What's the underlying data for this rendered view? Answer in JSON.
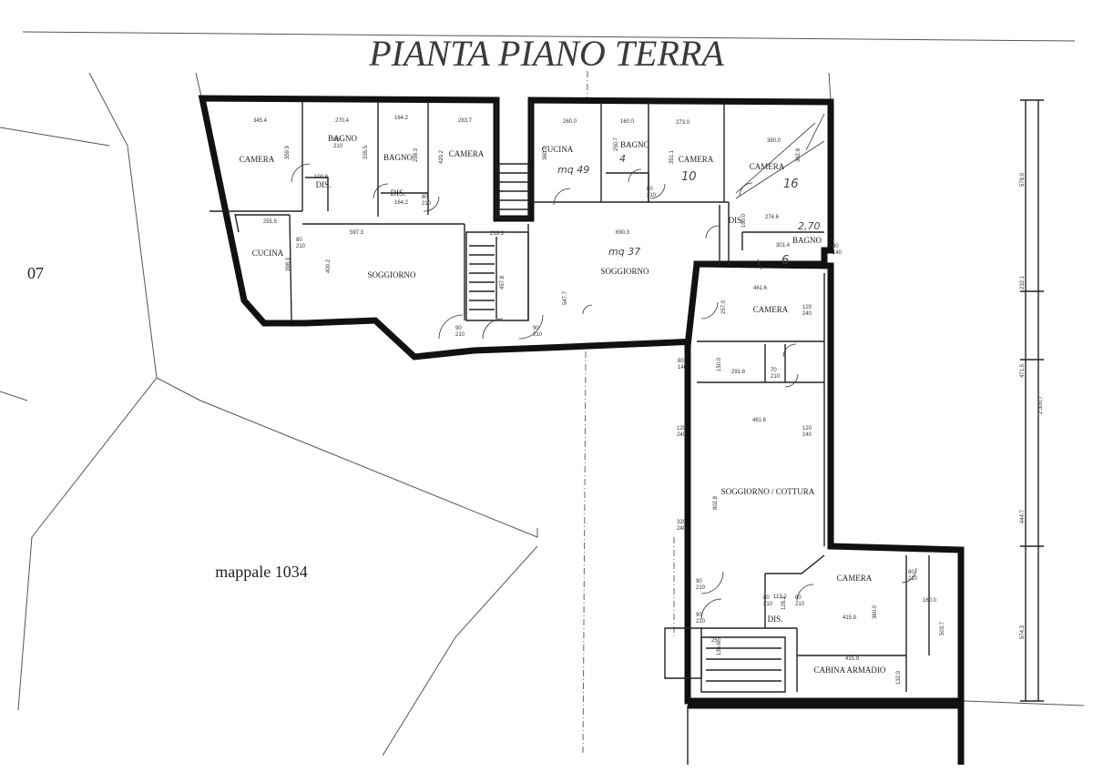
{
  "title": "PIANTA PIANO TERRA",
  "parcel_label": "mappale 1034",
  "edge_label": "07",
  "rooms": {
    "camera_1": "CAMERA",
    "bagno_1": "BAGNO",
    "bagno_2": "BAGNO",
    "camera_2": "CAMERA",
    "cucina_1": "CUCINA",
    "bagno_3": "BAGNO",
    "camera_3": "CAMERA",
    "camera_4": "CAMERA",
    "dis_1": "DIS.",
    "dis_2": "DIS.",
    "dis_3": "DIS.",
    "cucina_2": "CUCINA",
    "soggiorno_1": "SOGGIORNO",
    "soggiorno_2": "SOGGIORNO",
    "bagno_4": "BAGNO",
    "camera_5": "CAMERA",
    "soggiorno_cottura": "SOGGIORNO / COTTURA",
    "camera_6": "CAMERA",
    "dis_4": "DIS.",
    "cabina_armadio": "CABINA ARMADIO"
  },
  "dimensions": {
    "d_345_4": "345.4",
    "d_270_4": "270.4",
    "d_164_2a": "164.2",
    "d_283_7": "283.7",
    "d_260_0": "260.0",
    "d_160_0a": "160.0",
    "d_273_0": "273.0",
    "d_380_0": "380.0",
    "d_359_9": "359.9",
    "d_335_5": "335.5",
    "d_298_3": "298.3",
    "d_420_2": "420.2",
    "d_360_0a": "360.0",
    "d_250_7": "250.7",
    "d_351_1": "351.1",
    "d_362_8": "362.8",
    "d_255_5": "255.5",
    "d_597_3": "597.3",
    "d_219_3": "219.3",
    "d_690_3": "690.3",
    "d_274_6": "274.6",
    "d_301_4": "301.4",
    "d_398_3": "398.3",
    "d_400_2": "400.2",
    "d_457_8": "457.8",
    "d_547_7": "547.7",
    "d_461_6": "461.6",
    "d_257_0": "257.0",
    "d_291_8": "291.8",
    "d_461_8": "461.8",
    "d_802_8": "802.8",
    "d_415_9a": "415.9",
    "d_360_0b": "360.0",
    "d_160_0b": "160.0",
    "d_503_7": "503.7",
    "d_415_9b": "415.9",
    "d_132_0": "132.0",
    "d_578_0": "578.0",
    "d_232_1": "232.1",
    "d_471_5": "471.5",
    "d_2300_7": "2.300,7",
    "d_444_7": "444.7",
    "d_574_3": "574.3",
    "d_100_9": "100.9",
    "d_164_2b": "164.2",
    "d_100_0": "100.0",
    "d_150_0": "150.0",
    "d_113_2": "113.2",
    "d_128_2": "128.2",
    "d_136_6": "136.6",
    "d_250": "250"
  },
  "openings": {
    "o_120_240": "120\n240",
    "o_80_210": "80\n210",
    "o_90_210": "90\n210",
    "o_80_140": "80\n140",
    "o_320_240": "320\n240",
    "o_70_210": "70\n210"
  },
  "annotations": {
    "mq_49": "mq 49",
    "mq_37": "mq 37",
    "n_10": "10",
    "n_16": "16",
    "n_6": "6",
    "n_4": "4",
    "n_270": "2,70"
  }
}
